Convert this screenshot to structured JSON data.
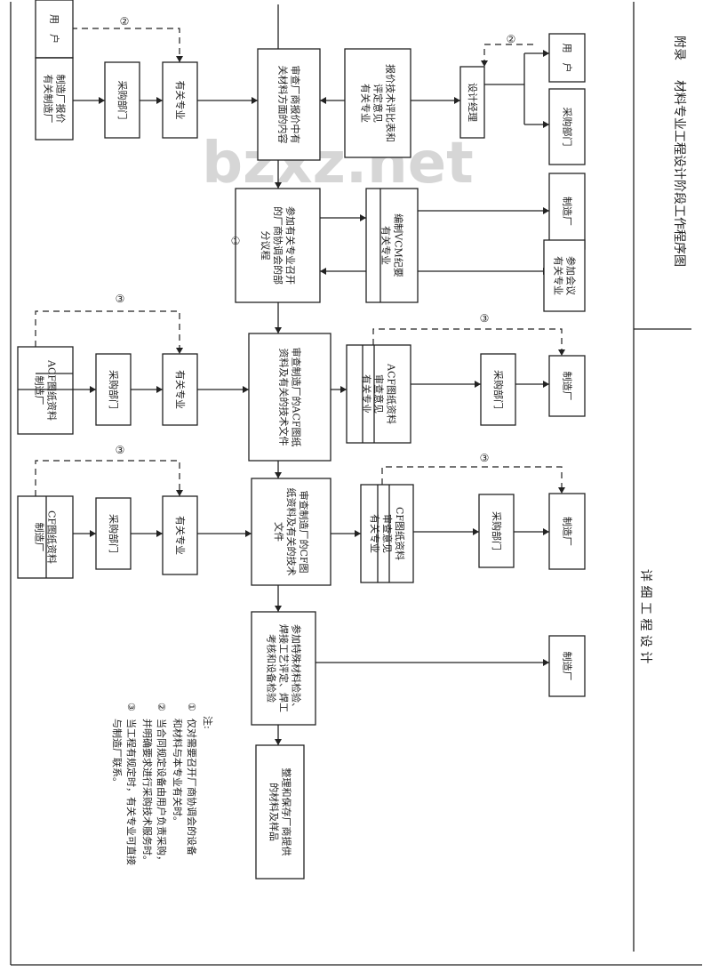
{
  "side_title": {
    "appendix": "附录",
    "main": "材料专业工程设计阶段工作程序图",
    "stage": "详  细  工  程  设  计"
  },
  "watermark": "bzxz.net",
  "markers": {
    "m1": "①",
    "m2": "②",
    "m3": "③"
  },
  "boxes": {
    "kehu_top": [
      "用　户"
    ],
    "zhizao_baojia": [
      "制造厂报价",
      "有关制造厂"
    ],
    "caigou": [
      "采购部门"
    ],
    "youguan": [
      "有关专业"
    ],
    "shencha_baojia": [
      "审查厂商报价中有",
      "关材料方面的内容"
    ],
    "pingbi": [
      "报价技术评比表和",
      "评定意见",
      "有关专业"
    ],
    "sheji_jingli": [
      "设计经理"
    ],
    "yonghu_r": [
      "用　户"
    ],
    "caigou_r": [
      "采购部门"
    ],
    "zhizao_r": [
      "制造厂"
    ],
    "canjia_xietiao": [
      "参加有关专业召开",
      "的厂商协调会的部",
      "分议程"
    ],
    "vcm": [
      "编制VCM纪要",
      "有关专业"
    ],
    "canjia_huiyi": [
      "参加会议",
      "有关专业"
    ],
    "acf_zhizao": [
      "ACF图纸资料",
      "制造厂"
    ],
    "acf_shencha": [
      "审查制造厂的ACF图纸",
      "资料及有关的技术文件"
    ],
    "acf_yijian": [
      "ACF图纸资料",
      "审查意见",
      "有关专业"
    ],
    "cf_zhizao": [
      "CF图纸资料",
      "制造厂"
    ],
    "cf_shencha": [
      "审查制造厂的CF图",
      "纸资料及有关的技术",
      "文件"
    ],
    "cf_yijian": [
      "CF图纸资料",
      "审查意见",
      "有关专业"
    ],
    "jianyan": [
      "参加特殊材料检验、",
      "焊接工艺评定、焊工",
      "考核和设备检验"
    ],
    "zhengli": [
      "整理和保存厂商提供",
      "的材料及样品"
    ]
  },
  "notes": {
    "heading": "注:",
    "items": [
      [
        "①",
        "仅对需要召开厂商协调会的设备",
        "和材料与本专业有关时。"
      ],
      [
        "②",
        "当合同规定设备由用户负责采购，",
        "并明确要求进行采购技术服务时。"
      ],
      [
        "③",
        "当工程有规定时，有关专业可直接",
        "与制造厂联系。"
      ]
    ]
  }
}
